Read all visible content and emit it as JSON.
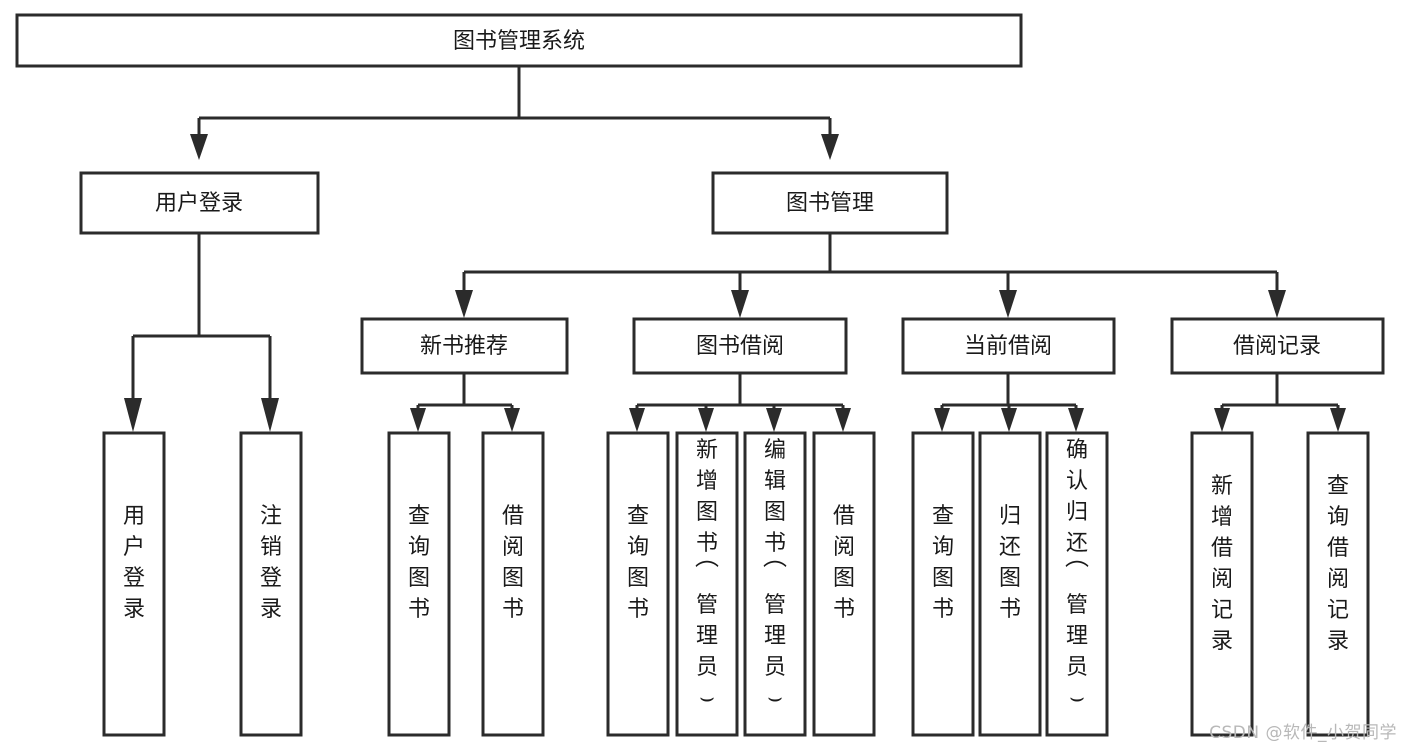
{
  "diagram": {
    "type": "tree-hierarchy",
    "title": "图书管理系统",
    "root": {
      "id": "root",
      "label": "图书管理系统"
    },
    "level2": [
      {
        "id": "user-login",
        "label": "用户登录"
      },
      {
        "id": "book-manage",
        "label": "图书管理"
      }
    ],
    "level3": [
      {
        "id": "new-book-rec",
        "label": "新书推荐",
        "parent": "book-manage"
      },
      {
        "id": "book-borrow",
        "label": "图书借阅",
        "parent": "book-manage"
      },
      {
        "id": "current-borrow",
        "label": "当前借阅",
        "parent": "book-manage"
      },
      {
        "id": "borrow-record",
        "label": "借阅记录",
        "parent": "book-manage"
      }
    ],
    "leaves": [
      {
        "id": "leaf-user-login",
        "label": "用户登录",
        "parent": "user-login"
      },
      {
        "id": "leaf-logout",
        "label": "注销登录",
        "parent": "user-login"
      },
      {
        "id": "leaf-query-book-1",
        "label": "查询图书",
        "parent": "new-book-rec"
      },
      {
        "id": "leaf-borrow-book-1",
        "label": "借阅图书",
        "parent": "new-book-rec"
      },
      {
        "id": "leaf-query-book-2",
        "label": "查询图书",
        "parent": "book-borrow"
      },
      {
        "id": "leaf-add-book",
        "label": "新增图书（管理员）",
        "parent": "book-borrow"
      },
      {
        "id": "leaf-edit-book",
        "label": "编辑图书（管理员）",
        "parent": "book-borrow"
      },
      {
        "id": "leaf-borrow-book-2",
        "label": "借阅图书",
        "parent": "book-borrow"
      },
      {
        "id": "leaf-query-book-3",
        "label": "查询图书",
        "parent": "current-borrow"
      },
      {
        "id": "leaf-return-book",
        "label": "归还图书",
        "parent": "current-borrow"
      },
      {
        "id": "leaf-confirm-return",
        "label": "确认归还（管理员）",
        "parent": "current-borrow"
      },
      {
        "id": "leaf-add-record",
        "label": "新增借阅记录",
        "parent": "borrow-record"
      },
      {
        "id": "leaf-query-record",
        "label": "查询借阅记录",
        "parent": "borrow-record"
      }
    ],
    "colors": {
      "stroke": "#2b2b2b",
      "fill": "#ffffff",
      "text": "#1a1a1a",
      "background": "#ffffff",
      "watermark": "#b8b8b8"
    }
  },
  "watermark": {
    "text": "CSDN @软件_小贺同学"
  }
}
